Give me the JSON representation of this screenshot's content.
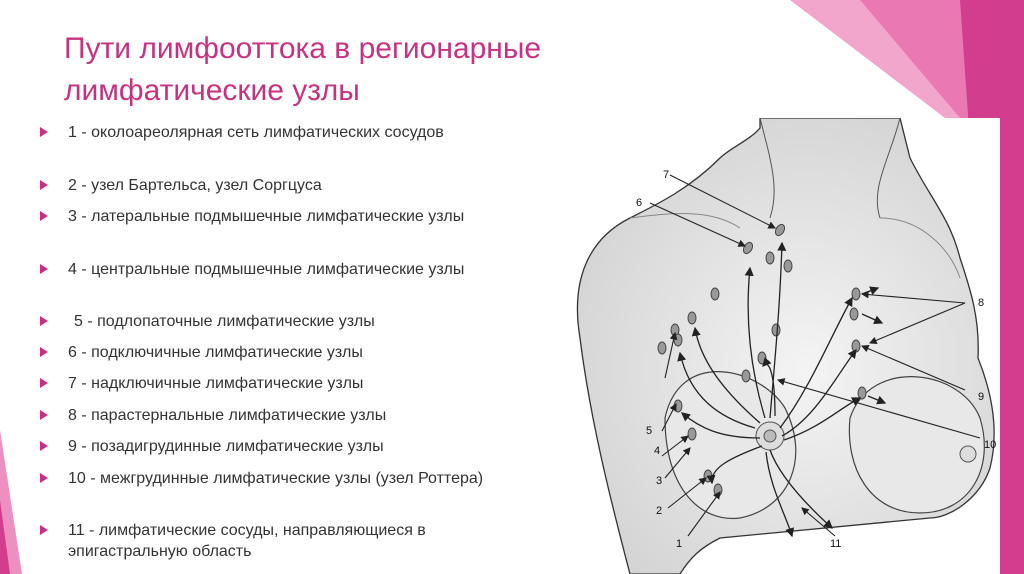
{
  "slide": {
    "title_line1": "Пути лимфооттока в регионарные",
    "title_line2": "лимфатические узлы",
    "accent_color": "#c8317f",
    "bullets": [
      "1 - околоареолярная сеть лимфатических сосудов",
      "2 - узел Бартельса, узел Соргцуса",
      "3 - латеральные подмышечные лимфатические узлы",
      "4 - центральные подмышечные лимфатические узлы",
      "5 - подлопаточные лимфатические узлы",
      "6 - подключичные лимфатические узлы",
      "7 - надключичные лимфатические узлы",
      "8 - парастернальные лимфатические узлы",
      "9 - позадигрудинные лимфатические узлы",
      "10 - межгрудинные лимфатические узлы (узел Роттера)",
      "11 - лимфатические сосуды, направляющиеся в эпигастральную область"
    ]
  },
  "figure": {
    "labels": {
      "n1": "1",
      "n2": "2",
      "n3": "3",
      "n4": "4",
      "n5": "5",
      "n6": "6",
      "n7": "7",
      "n8": "8",
      "n9": "9",
      "n10": "10",
      "n11": "11"
    }
  }
}
